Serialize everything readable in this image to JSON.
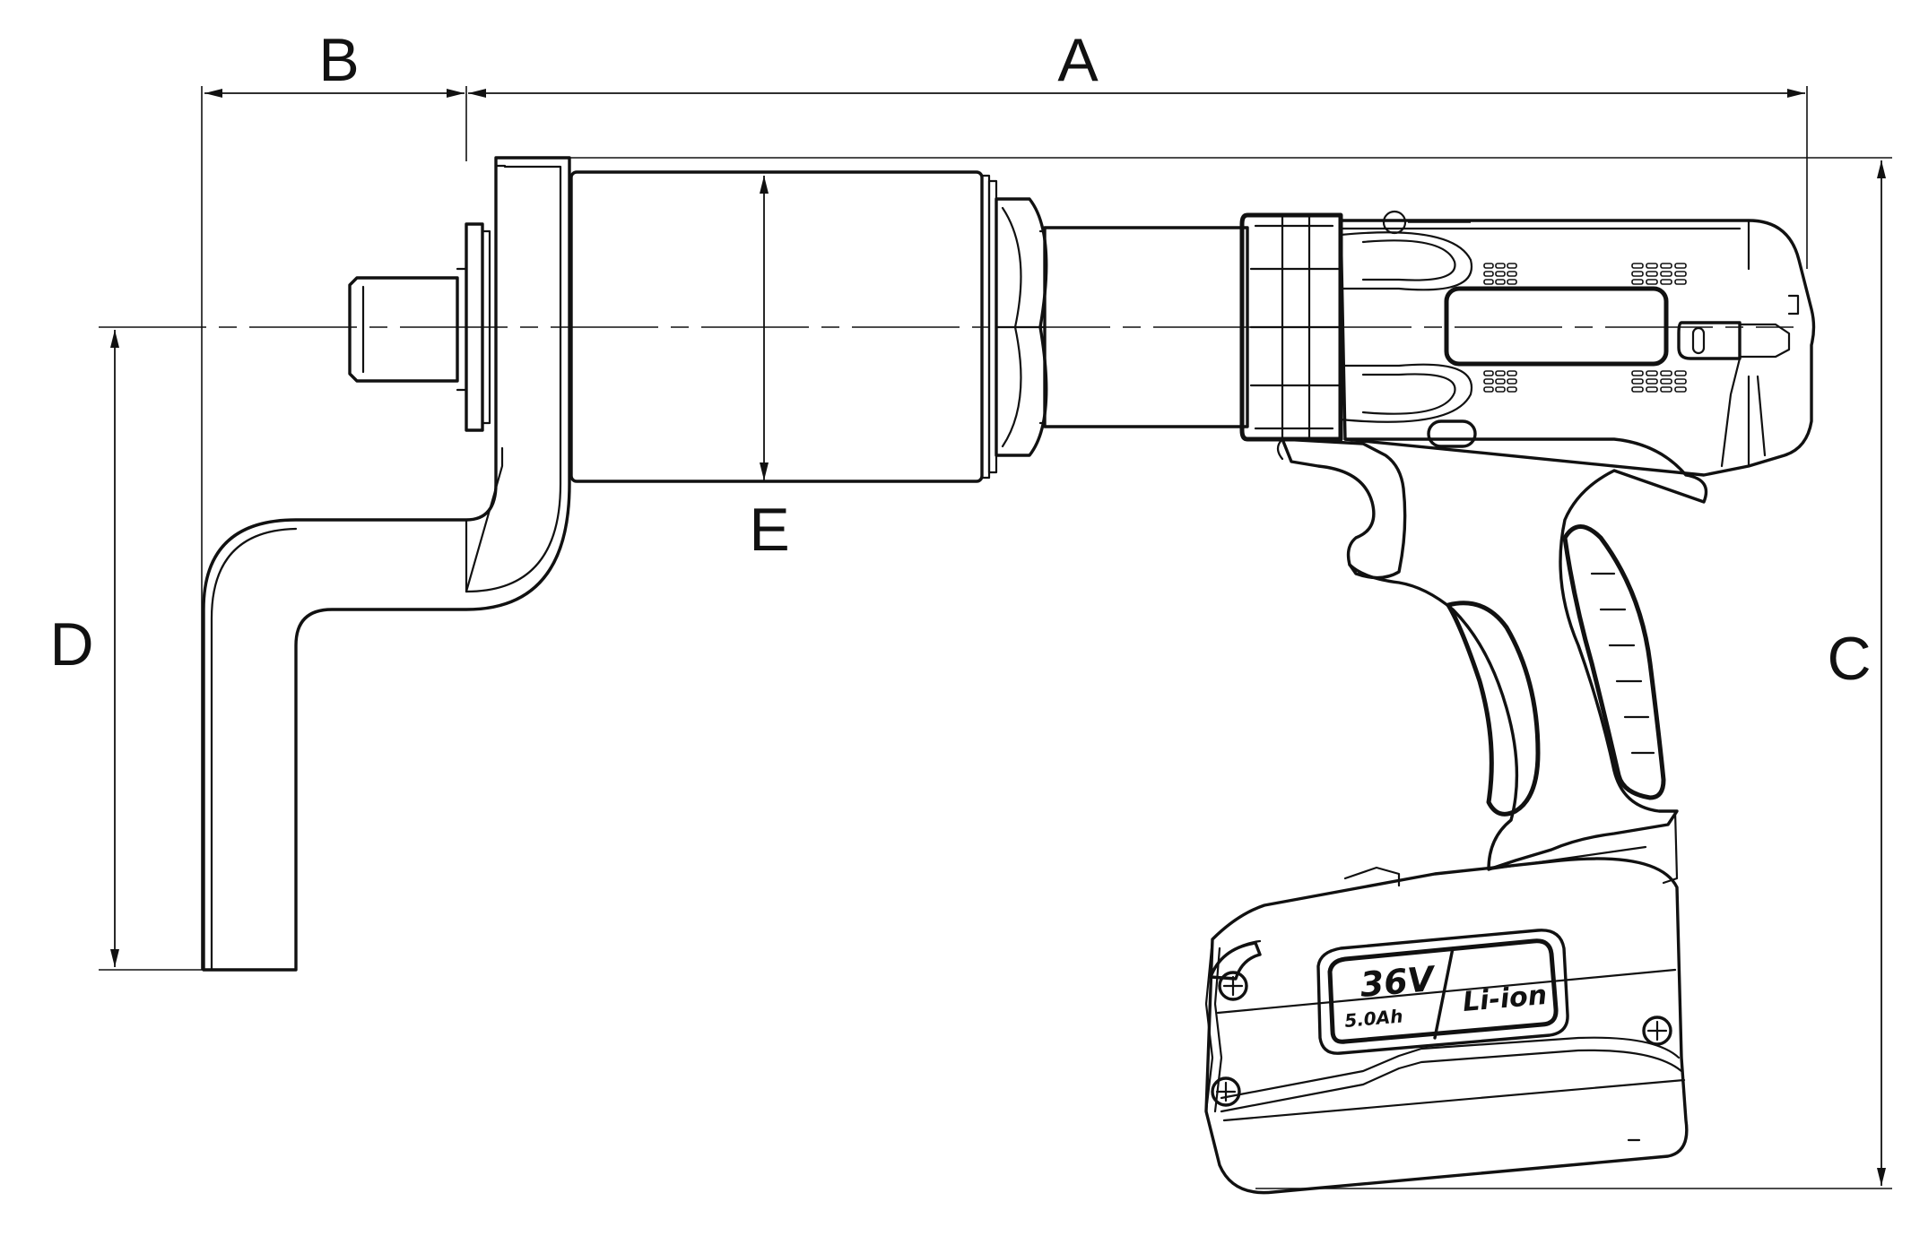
{
  "dimensions": {
    "a": "A",
    "b": "B",
    "c": "C",
    "d": "D",
    "e": "E"
  },
  "battery": {
    "voltage": "36V",
    "capacity": "5.0Ah",
    "chemistry": "Li-ion"
  }
}
